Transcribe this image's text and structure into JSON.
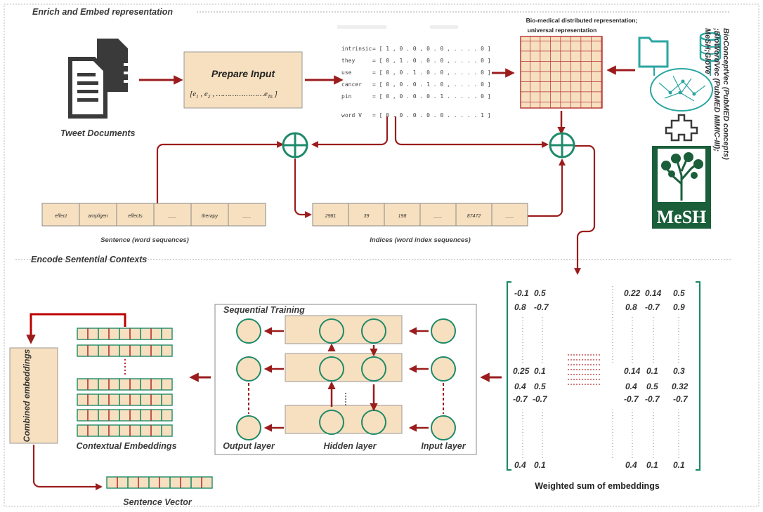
{
  "sections": {
    "top_title": "Enrich and Embed representation",
    "bottom_title": "Encode Sentential Contexts"
  },
  "top": {
    "tweet_documents": "Tweet Documents",
    "prepare_input": "Prepare Input",
    "sequence_seg": [
      "[e",
      "1",
      " , e",
      "2",
      " , ",
      "e",
      "Tk",
      " ]"
    ],
    "onehot_rows": [
      {
        "word": "intrinsic",
        "vec": "= [ 1 , 0 . 0 , 0 . 0 , . . . . 0 ]"
      },
      {
        "word": "they",
        "vec": "= [ 0 , 1 . 0 . 0 . 0 , . . . . 0 ]"
      },
      {
        "word": "use",
        "vec": "= [ 0 , 0 . 1 . 0 . 0 , . . . . 0 ]"
      },
      {
        "word": "cancer",
        "vec": "= [ 0 , 0 . 0 . 1 . 0 , . . . . 0 ]"
      },
      {
        "word": "pin",
        "vec": "= [ 0 , 0 . 0 . 0 . 1 . . . . . 0 ]"
      },
      {
        "word": "word V",
        "vec": "= [ 0 . 0 . 0 . 0 . 0 . . . . . 1 ]"
      }
    ],
    "biomed_title_1": "Bio-medical distributed representation;",
    "biomed_title_2": "universal representation",
    "side_labels": [
      "BioConceptVec (PubMED concepts)",
      ";BioWordVec (PubMED MIMIC-III);",
      "MeSH;GloVe"
    ],
    "mesh_label": "MeSH",
    "sentence_words": [
      "effect",
      "ampligen",
      "effects",
      "___",
      "therapy",
      "___"
    ],
    "sentence_caption": "Sentence (word sequences)",
    "indices": [
      "2981",
      "39",
      "198",
      "___",
      "87472",
      "___"
    ],
    "indices_caption": "Indices (word index sequences)"
  },
  "bottom": {
    "sequential_training": "Sequential Training",
    "output_layer": "Output layer",
    "hidden_layer": "Hidden layer",
    "input_layer": "Input layer",
    "combined_embeddings": "Combined embeddings",
    "contextual_embeddings": "Contextual Embeddings",
    "sentence_vector": "Sentence Vector",
    "weighted_sum": "Weighted sum of embeddings",
    "matrix_left": {
      "top": [
        "-0.1",
        "0.5",
        "0.8",
        "-0.7"
      ],
      "mid": [
        "0.25",
        "0.1",
        "0.4",
        "0.5",
        "-0.7",
        "-0.7"
      ],
      "bottom": [
        "0.4",
        "0.1"
      ]
    },
    "matrix_right": {
      "top": [
        "0.22",
        "0.14",
        "0.5",
        "0.8",
        "-0.7",
        "0.9"
      ],
      "mid": [
        "0.14",
        "0.1",
        "0.3",
        "0.4",
        "0.5",
        "0.32",
        "-0.7",
        "-0.7",
        "-0.7"
      ],
      "bottom": [
        "0.4",
        "0.1",
        "0.1"
      ]
    }
  },
  "colors": {
    "arrow": "#9b1c1c",
    "teal": "#1e8a6a",
    "box_fill": "#f7e0bf",
    "grid_line": "#b53030",
    "mesh_green": "#1a5e3a"
  }
}
